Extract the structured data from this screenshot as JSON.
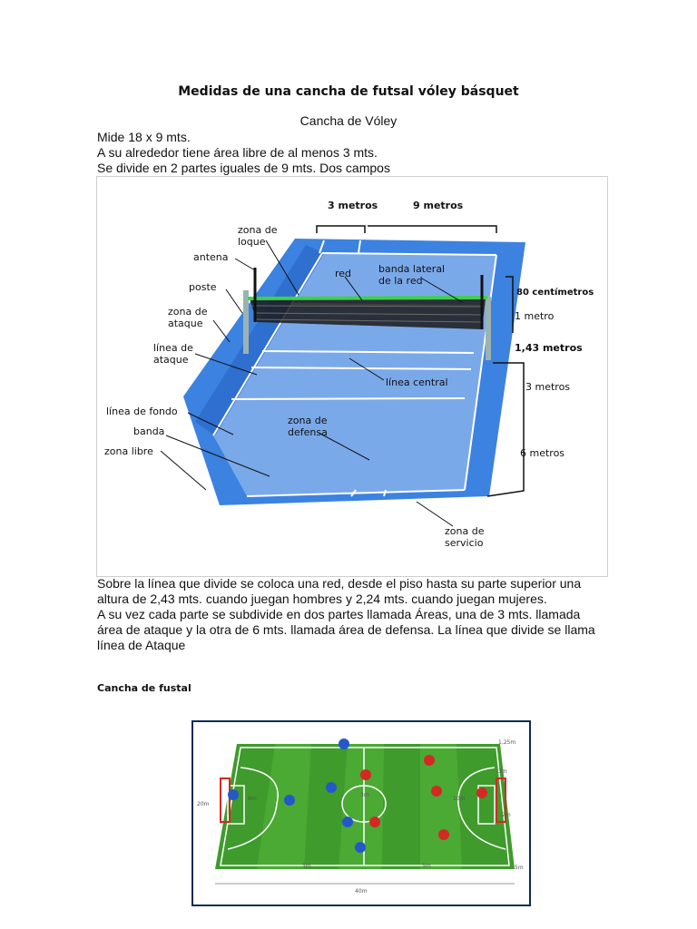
{
  "title": "Medidas de una cancha de futsal vóley básquet",
  "volley": {
    "heading": "Cancha de Vóley",
    "intro": [
      "Mide 18 x 9 mts.",
      "A su alrededor tiene área libre de al menos 3 mts.",
      "Se divide en 2 partes iguales de 9 mts. Dos campos"
    ],
    "labels": {
      "tres_metros_top": "3 metros",
      "nueve_metros": "9 metros",
      "zona_bloque_1": "zona de",
      "zona_bloque_2": "loque",
      "antena": "antena",
      "poste": "poste",
      "zona_ataque_1": "zona de",
      "zona_ataque_2": "ataque",
      "linea_ataque_1": "línea de",
      "linea_ataque_2": "ataque",
      "linea_fondo": "línea de fondo",
      "banda": "banda",
      "zona_libre": "zona libre",
      "red": "red",
      "banda_lateral_1": "banda lateral",
      "banda_lateral_2": "de la red",
      "linea_central": "línea central",
      "zona_defensa_1": "zona de",
      "zona_defensa_2": "defensa",
      "zona_servicio_1": "zona de",
      "zona_servicio_2": "servicio",
      "ochenta_cm": "80 centímetros",
      "un_metro": "1 metro",
      "uno_43": "1,43 metros",
      "tres_metros_side": "3 metros",
      "seis_metros": "6 metros"
    },
    "description": [
      "Sobre la línea que divide se coloca una red, desde el piso hasta su parte superior una altura de 2,43 mts. cuando juegan hombres y 2,24 mts. cuando juegan mujeres.",
      "A su vez cada parte se subdivide en dos partes llamada Áreas, una de 3 mts. llamada área de ataque y la otra de 6 mts. llamada área de defensa. La línea que divide se llama línea de Ataque"
    ]
  },
  "futsal": {
    "heading": "Cancha de fustal",
    "labels": {
      "width": "40m",
      "height": "20m",
      "corner": "1,25m",
      "goal_area": "3m",
      "goal_width": "2m",
      "penalty_left": "6m",
      "penalty_right": "10m",
      "center": "3m",
      "side_a": "5m",
      "side_b": "5m",
      "corner_b": "5m"
    }
  },
  "colors": {
    "court_blue": "#2f6fd0",
    "court_light": "#7aa9ea",
    "free_zone": "#4b8fe6",
    "net_green": "#3fd04a",
    "field_green": "#3f9b2c",
    "player_blue": "#2458c8",
    "player_red": "#d22a22",
    "frame_navy": "#0d2b57"
  }
}
